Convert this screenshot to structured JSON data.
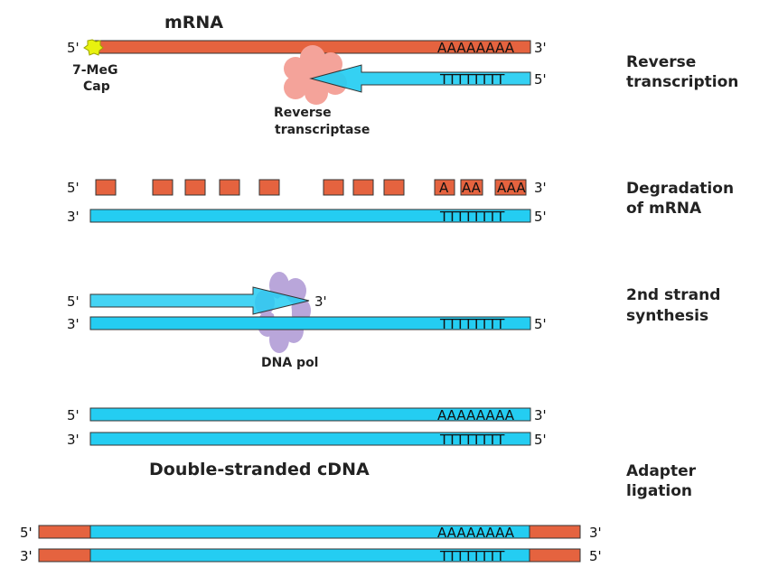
{
  "colors": {
    "mrna": "#e5633f",
    "dna": "#24cdf2",
    "outline": "#333333",
    "enzyme": "#f4a39a",
    "polymerase": "#b9a6da",
    "cap": "#e8f20f"
  },
  "labels": {
    "mrna_title": "mRNA",
    "cap_line1": "7-MeG",
    "cap_line2": "Cap",
    "enzyme_line1": "Reverse",
    "enzyme_line2": "transcriptase",
    "dna_pol": "DNA pol",
    "ds_cdna": "Double-stranded cDNA"
  },
  "stages": {
    "s1_line1": "Reverse",
    "s1_line2": "transcription",
    "s2_line1": "Degradation",
    "s2_line2": "of mRNA",
    "s3_line1": "2nd strand",
    "s3_line2": "synthesis",
    "s4_line1": "Adapter",
    "s4_line2": "ligation"
  },
  "ends": {
    "five": "5'",
    "three": "3'"
  },
  "sequences": {
    "poly_a": "AAAAAAAA",
    "poly_t": "TTTTTTTT",
    "frag_a1": "A",
    "frag_a2": "AA",
    "frag_a3": "AAA"
  },
  "icons": [
    "cap-icon",
    "reverse-transcriptase-icon",
    "dna-polymerase-icon"
  ]
}
